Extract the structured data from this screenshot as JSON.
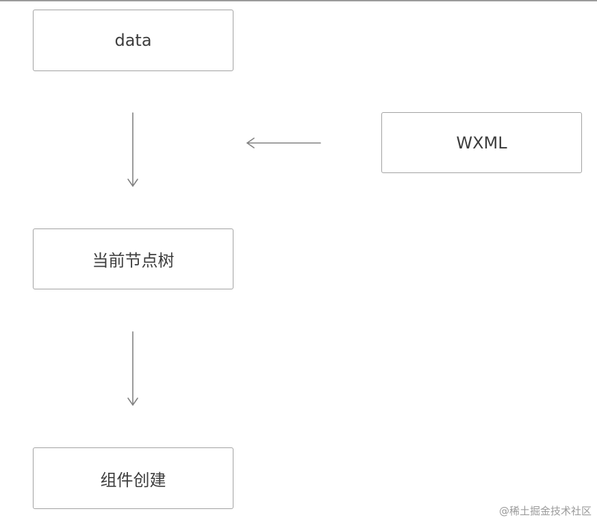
{
  "nodes": {
    "data": "data",
    "wxml": "WXML",
    "tree": "当前节点树",
    "create": "组件创建"
  },
  "watermark": "@稀土掘金技术社区",
  "colors": {
    "border": "#a3a3a3",
    "arrow": "#808080",
    "text": "#3d3d3d"
  }
}
